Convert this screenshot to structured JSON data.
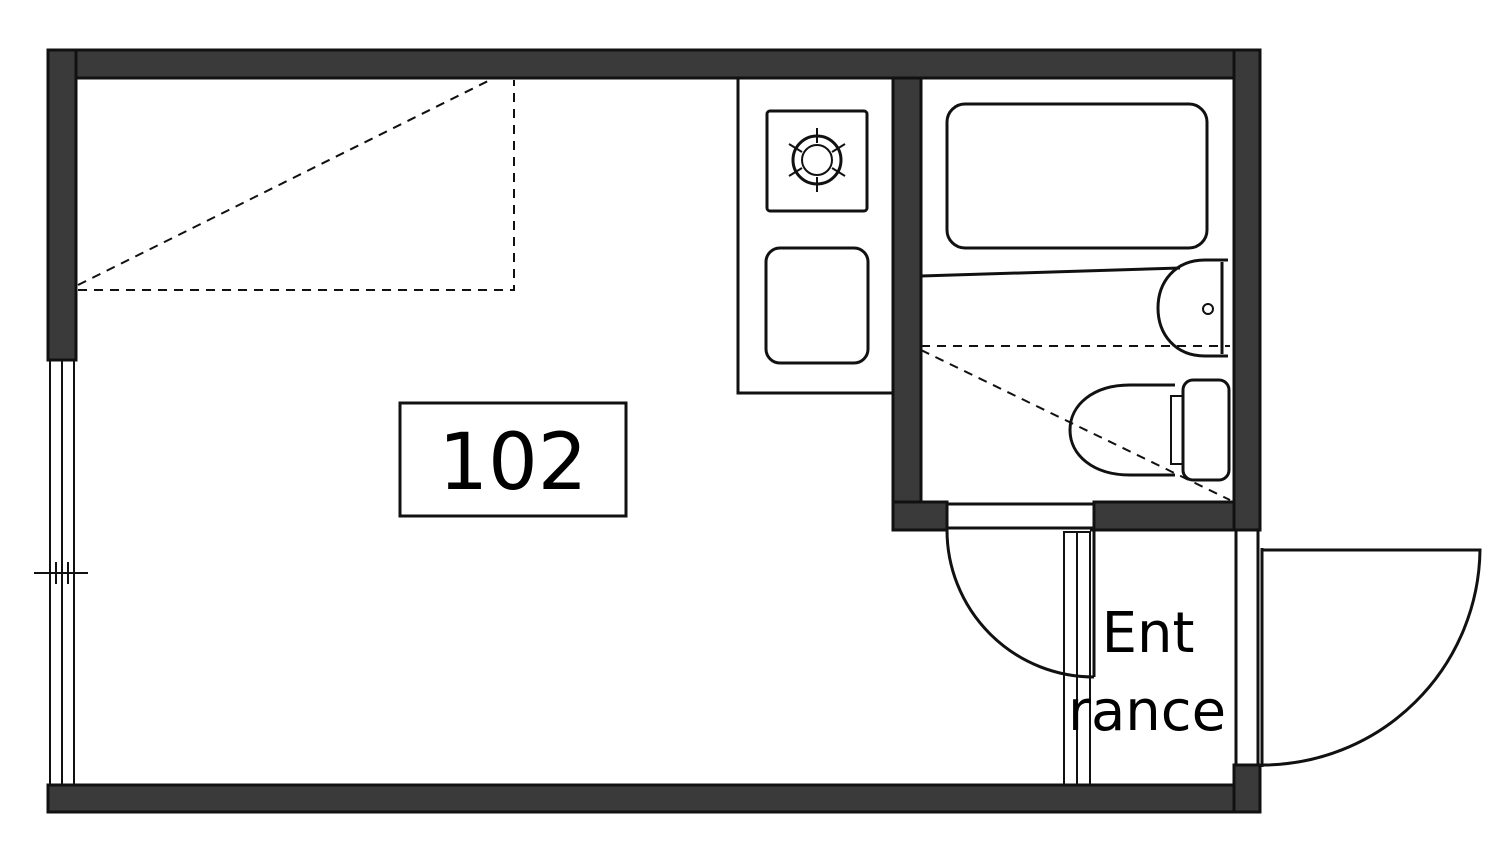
{
  "room_number": "102",
  "entrance": {
    "line1": "Ent",
    "line2": "rance"
  },
  "colors": {
    "wall": "#3a3a3a",
    "line": "#111111",
    "background": "#ffffff"
  }
}
